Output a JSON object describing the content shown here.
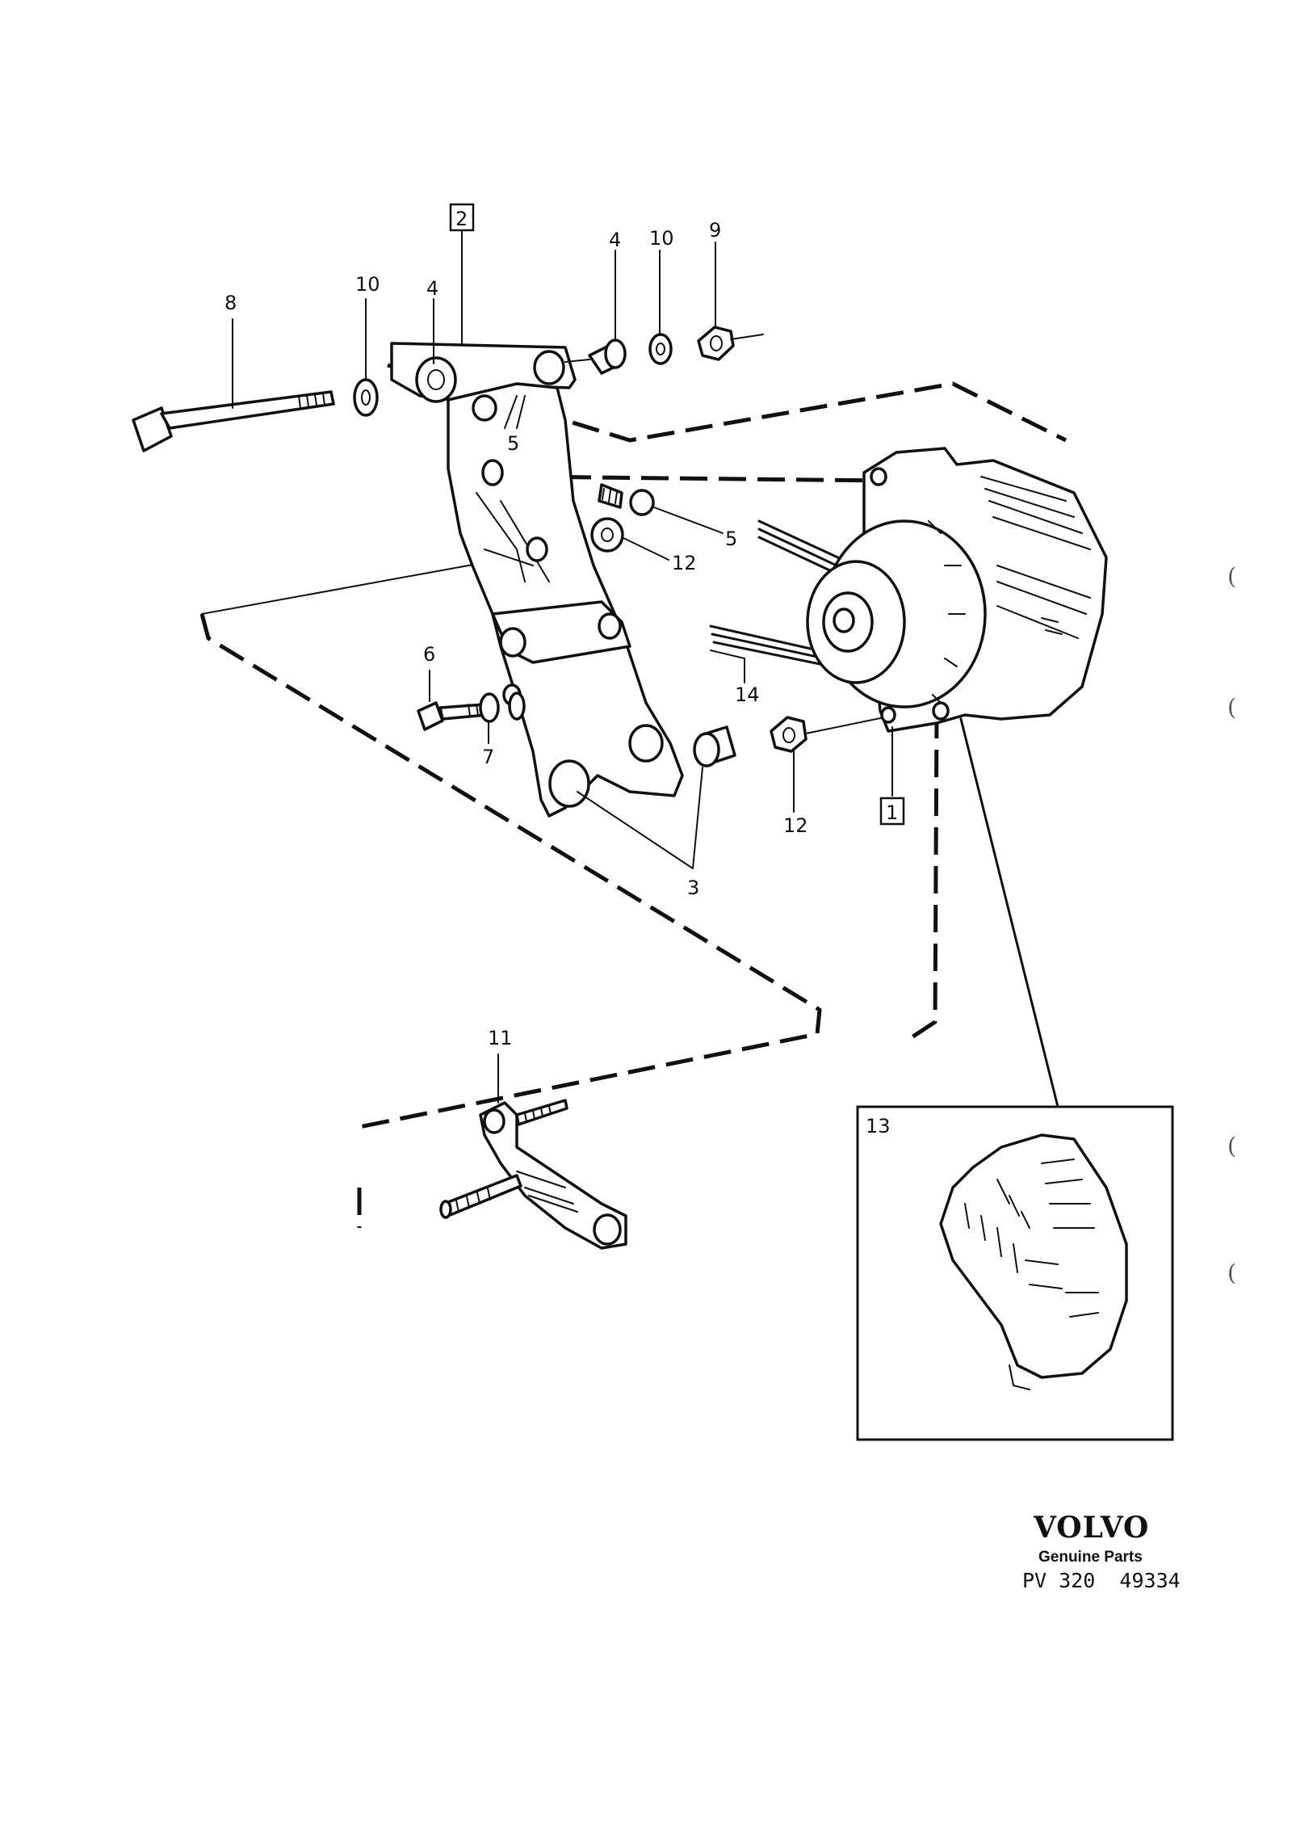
{
  "callouts": [
    {
      "id": "c8",
      "label": "8"
    },
    {
      "id": "c10a",
      "label": "10"
    },
    {
      "id": "c4a",
      "label": "4"
    },
    {
      "id": "c2",
      "label": "2",
      "boxed": true
    },
    {
      "id": "c4b",
      "label": "4"
    },
    {
      "id": "c10b",
      "label": "10"
    },
    {
      "id": "c9",
      "label": "9"
    },
    {
      "id": "c5a",
      "label": "5"
    },
    {
      "id": "c5b",
      "label": "5"
    },
    {
      "id": "c12a",
      "label": "12"
    },
    {
      "id": "c6",
      "label": "6"
    },
    {
      "id": "c7",
      "label": "7"
    },
    {
      "id": "c14",
      "label": "14"
    },
    {
      "id": "c12b",
      "label": "12"
    },
    {
      "id": "c1",
      "label": "1",
      "boxed": true
    },
    {
      "id": "c3",
      "label": "3"
    },
    {
      "id": "c11",
      "label": "11"
    },
    {
      "id": "c13",
      "label": "13"
    }
  ],
  "footer": {
    "brand": "VOLVO",
    "subtitle": "Genuine Parts",
    "code": "PV 320  49334"
  },
  "margin_marks": [
    "(",
    "(",
    "(",
    "("
  ]
}
